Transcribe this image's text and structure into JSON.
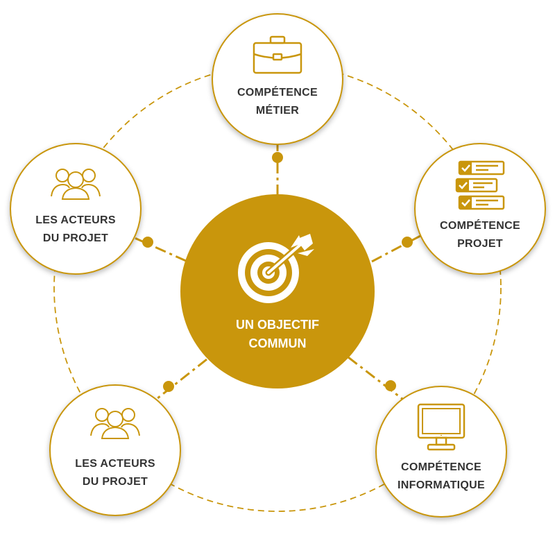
{
  "center": {
    "label": "UN OBJECTIF COMMUN",
    "icon": "target-icon"
  },
  "nodes": [
    {
      "id": "metier",
      "label": "COMPÉTENCE MÉTIER",
      "icon": "briefcase-icon"
    },
    {
      "id": "projet",
      "label": "COMPÉTENCE PROJET",
      "icon": "checklist-icon"
    },
    {
      "id": "informatique",
      "label": "COMPÉTENCE INFORMATIQUE",
      "icon": "computer-monitor-icon"
    },
    {
      "id": "acteurs-bottom",
      "label": "LES ACTEURS DU PROJET",
      "icon": "people-group-icon"
    },
    {
      "id": "acteurs-left",
      "label": "LES ACTEURS DU PROJET",
      "icon": "people-group-icon"
    }
  ],
  "colors": {
    "accent": "#c9960c",
    "text": "#333333",
    "background": "#ffffff"
  }
}
